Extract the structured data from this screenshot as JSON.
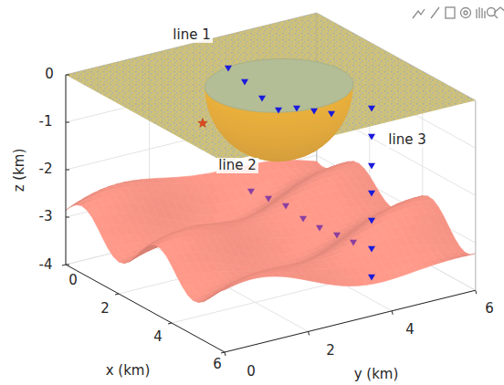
{
  "diagram": {
    "labels": [
      "line 1",
      "line 2",
      "line 3",
      "0",
      "-1",
      "-2",
      "-3",
      "-4",
      "z (km)",
      "0",
      "2",
      "4",
      "6",
      "x (km)",
      "0",
      "2",
      "4",
      "6",
      "y (km)"
    ]
  }
}
